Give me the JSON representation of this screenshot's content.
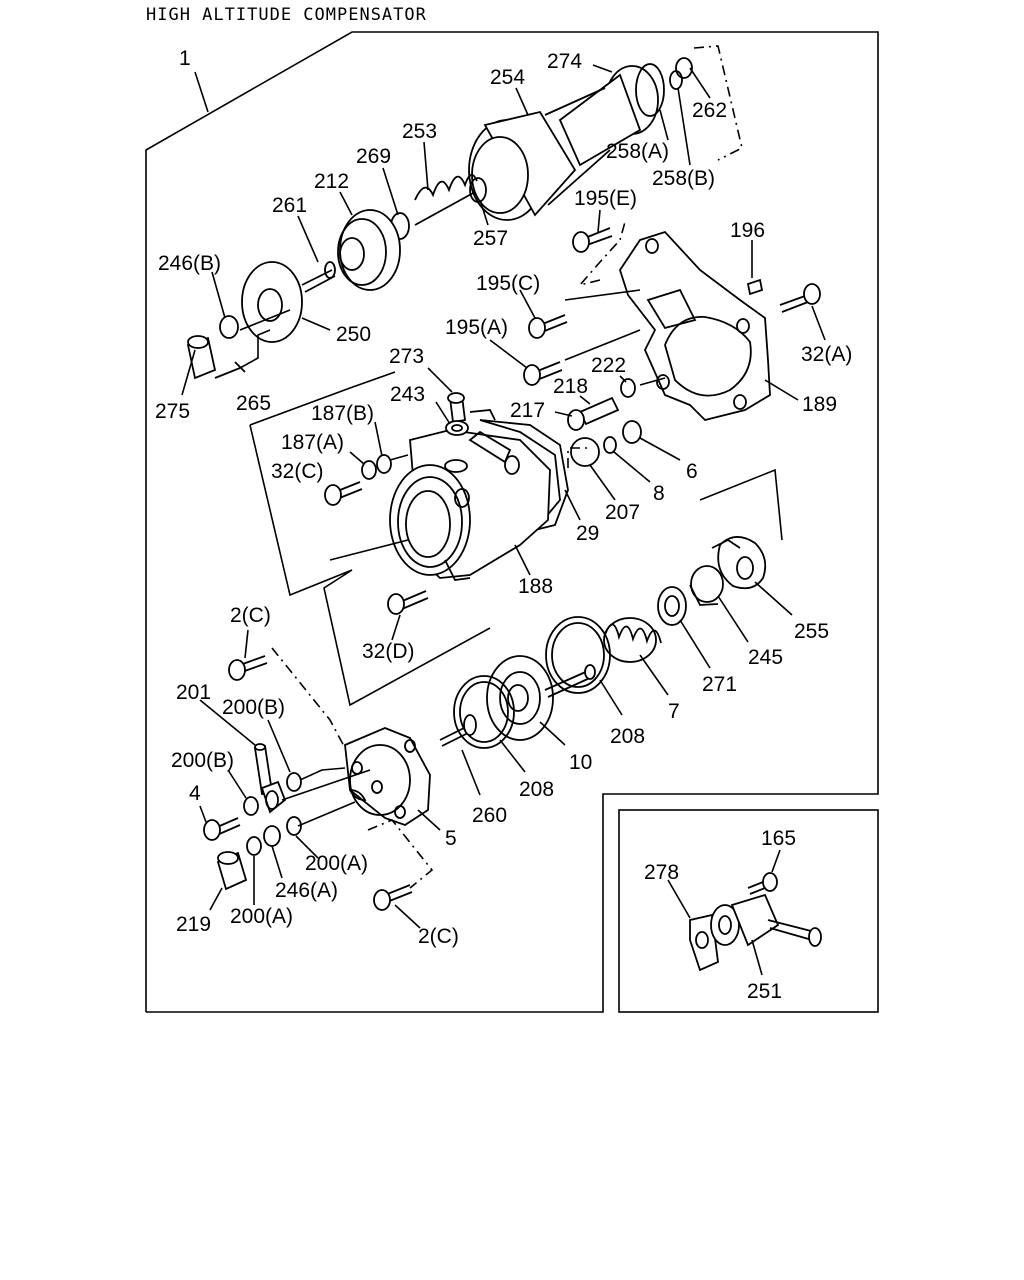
{
  "title": "HIGH ALTITUDE COMPENSATOR",
  "labels": {
    "l1": "1",
    "l274": "274",
    "l254": "254",
    "l262": "262",
    "l253": "253",
    "l258a": "258(A)",
    "l269": "269",
    "l258b": "258(B)",
    "l212": "212",
    "l195e": "195(E)",
    "l261": "261",
    "l257": "257",
    "l196": "196",
    "l246b": "246(B)",
    "l195c": "195(C)",
    "l250": "250",
    "l195a": "195(A)",
    "l32a": "32(A)",
    "l273": "273",
    "l222": "222",
    "l275": "275",
    "l265": "265",
    "l243": "243",
    "l218": "218",
    "l189": "189",
    "l187b": "187(B)",
    "l217": "217",
    "l187a": "187(A)",
    "l6": "6",
    "l32c": "32(C)",
    "l8": "8",
    "l207": "207",
    "l29": "29",
    "l188": "188",
    "l255": "255",
    "l2c_top": "2(C)",
    "l245": "245",
    "l32d": "32(D)",
    "l271": "271",
    "l201": "201",
    "l200b_top": "200(B)",
    "l7": "7",
    "l208_top": "208",
    "l200b_left": "200(B)",
    "l10": "10",
    "l4": "4",
    "l208_low": "208",
    "l260": "260",
    "l5": "5",
    "l165": "165",
    "l200a_right": "200(A)",
    "l278": "278",
    "l246a": "246(A)",
    "l219": "219",
    "l200a_low": "200(A)",
    "l2c_low": "2(C)",
    "l251": "251"
  }
}
